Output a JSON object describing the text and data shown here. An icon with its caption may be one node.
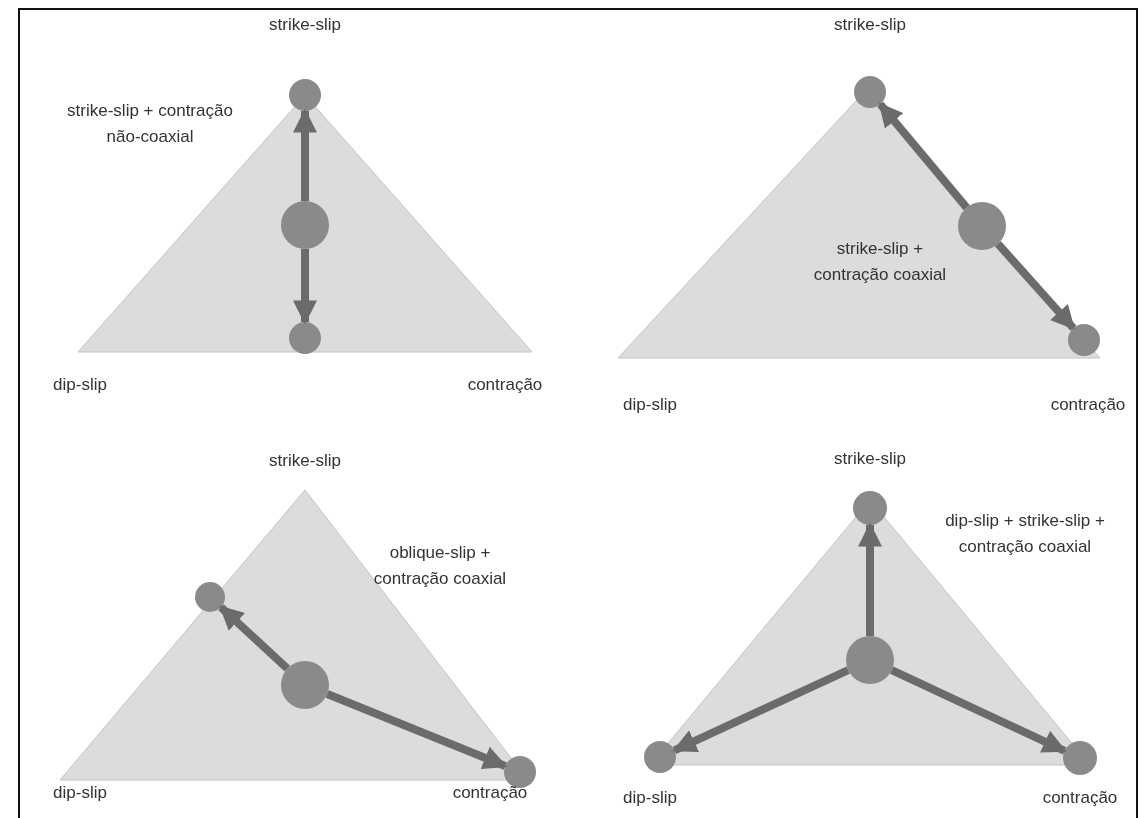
{
  "diagram": {
    "nodes": [
      {
        "text": [],
        "shape": "triangle"
      },
      {
        "text": [],
        "shape": "circle",
        "in": 0
      },
      {
        "text": [],
        "shape": "circle",
        "in": 0
      },
      {
        "text": [],
        "shape": "circle",
        "in": 0
      },
      {
        "text": [],
        "shape": "triangle"
      },
      {
        "text": [],
        "shape": "circle",
        "in": 4
      },
      {
        "text": [],
        "shape": "circle",
        "in": 4
      },
      {
        "text": [],
        "shape": "circle",
        "in": 4
      },
      {
        "text": [],
        "shape": "triangle"
      },
      {
        "text": [],
        "shape": "circle",
        "in": 8
      },
      {
        "text": [],
        "shape": "circle",
        "in": 8
      },
      {
        "text": [],
        "shape": "circle",
        "in": 8
      },
      {
        "text": [],
        "shape": "triangle"
      },
      {
        "text": [],
        "shape": "circle",
        "in": 12
      },
      {
        "text": [],
        "shape": "circle",
        "in": 12
      },
      {
        "text": [],
        "shape": "circle",
        "in": 12
      },
      {
        "text": [],
        "shape": "circle",
        "in": 12
      }
    ],
    "edges": [
      {
        "from": 2,
        "to": 1,
        "arrow": "to"
      },
      {
        "from": 2,
        "to": 3,
        "arrow": "to"
      },
      {
        "from": 6,
        "to": 5,
        "arrow": "to"
      },
      {
        "from": 6,
        "to": 7,
        "arrow": "to"
      },
      {
        "from": 10,
        "to": 9,
        "arrow": "to"
      },
      {
        "from": 10,
        "to": 11,
        "arrow": "to"
      },
      {
        "from": 14,
        "to": 13,
        "arrow": "to"
      },
      {
        "from": 14,
        "to": 15,
        "arrow": "to"
      },
      {
        "from": 14,
        "to": 16,
        "arrow": "to"
      }
    ],
    "labels": [
      "strike-slip",
      "strike-slip + contração não-coaxial",
      "dip-slip",
      "contração",
      "strike-slip",
      "strike-slip + contração coaxial",
      "dip-slip",
      "contração",
      "strike-slip",
      "oblique-slip + contração coaxial",
      "dip-slip",
      "contração",
      "strike-slip",
      "dip-slip + strike-slip + contração coaxial",
      "dip-slip",
      "contração"
    ]
  }
}
